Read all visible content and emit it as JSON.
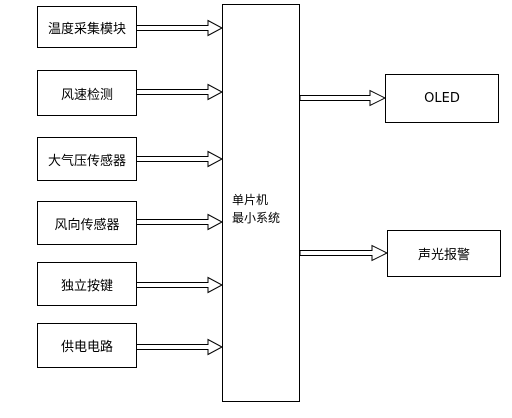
{
  "inputs": [
    {
      "label": "温度采集模块"
    },
    {
      "label": "风速检测"
    },
    {
      "label": "大气压传感器"
    },
    {
      "label": "风向传感器"
    },
    {
      "label": "独立按键"
    },
    {
      "label": "供电电路"
    }
  ],
  "mcu": {
    "line1": "单片机",
    "line2": "最小系统"
  },
  "outputs": [
    {
      "label": "OLED"
    },
    {
      "label": "声光报警"
    }
  ]
}
